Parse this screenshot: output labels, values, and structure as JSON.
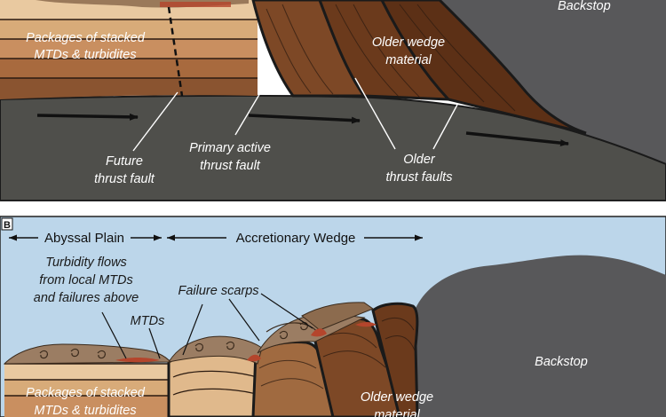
{
  "panel_a": {
    "backstop": "Backstop",
    "packages": [
      "Packages of stacked",
      "MTDs & turbidites"
    ],
    "older_wedge": [
      "Older wedge",
      "material"
    ],
    "future_fault": [
      "Future",
      "thrust fault"
    ],
    "primary_fault": [
      "Primary active",
      "thrust fault"
    ],
    "older_faults": [
      "Older",
      "thrust faults"
    ]
  },
  "panel_b": {
    "panel_letter": "B",
    "abyssal_plain": "Abyssal Plain",
    "accretionary_wedge": "Accretionary Wedge",
    "turbidity": [
      "Turbidity flows",
      "from local MTDs",
      "and failures above"
    ],
    "failure_scarps": "Failure scarps",
    "mtds": "MTDs",
    "backstop": "Backstop",
    "packages": [
      "Packages of stacked",
      "MTDs & turbidites"
    ],
    "older_wedge": [
      "Older wedge",
      "material"
    ]
  },
  "colors": {
    "sky": "#bcd6ea",
    "backstop": "#58585a",
    "basement": "#4f4f4b",
    "layer_light": "#e9c9a0",
    "layer_mid": "#c98f60",
    "layer_dark": "#6b3a1c",
    "mtd_red": "#b4452c"
  }
}
